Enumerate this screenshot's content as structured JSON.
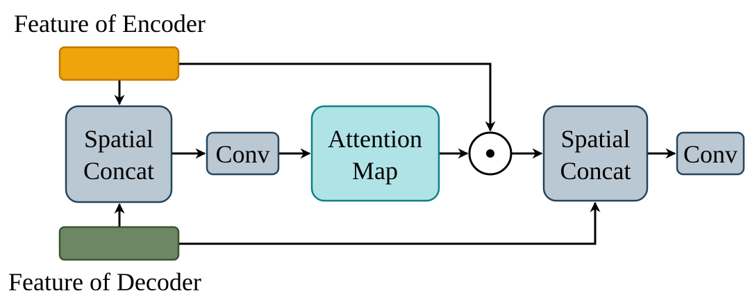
{
  "labels": {
    "encoder_feature": "Feature of Encoder",
    "decoder_feature": "Feature of Decoder"
  },
  "blocks": {
    "concat1": [
      "Spatial",
      "Concat"
    ],
    "conv1": "Conv",
    "attention": [
      "Attention",
      "Map"
    ],
    "multiply_symbol": "⊙",
    "concat2": [
      "Spatial",
      "Concat"
    ],
    "conv2": "Conv"
  },
  "colors": {
    "encoder_fill": "#F0A30A",
    "encoder_stroke": "#C17A00",
    "decoder_fill": "#6D8764",
    "decoder_stroke": "#3A5431",
    "block_fill": "#BAC8D3",
    "block_stroke": "#23445D",
    "attention_fill": "#B0E3E6",
    "attention_stroke": "#0E8088"
  }
}
